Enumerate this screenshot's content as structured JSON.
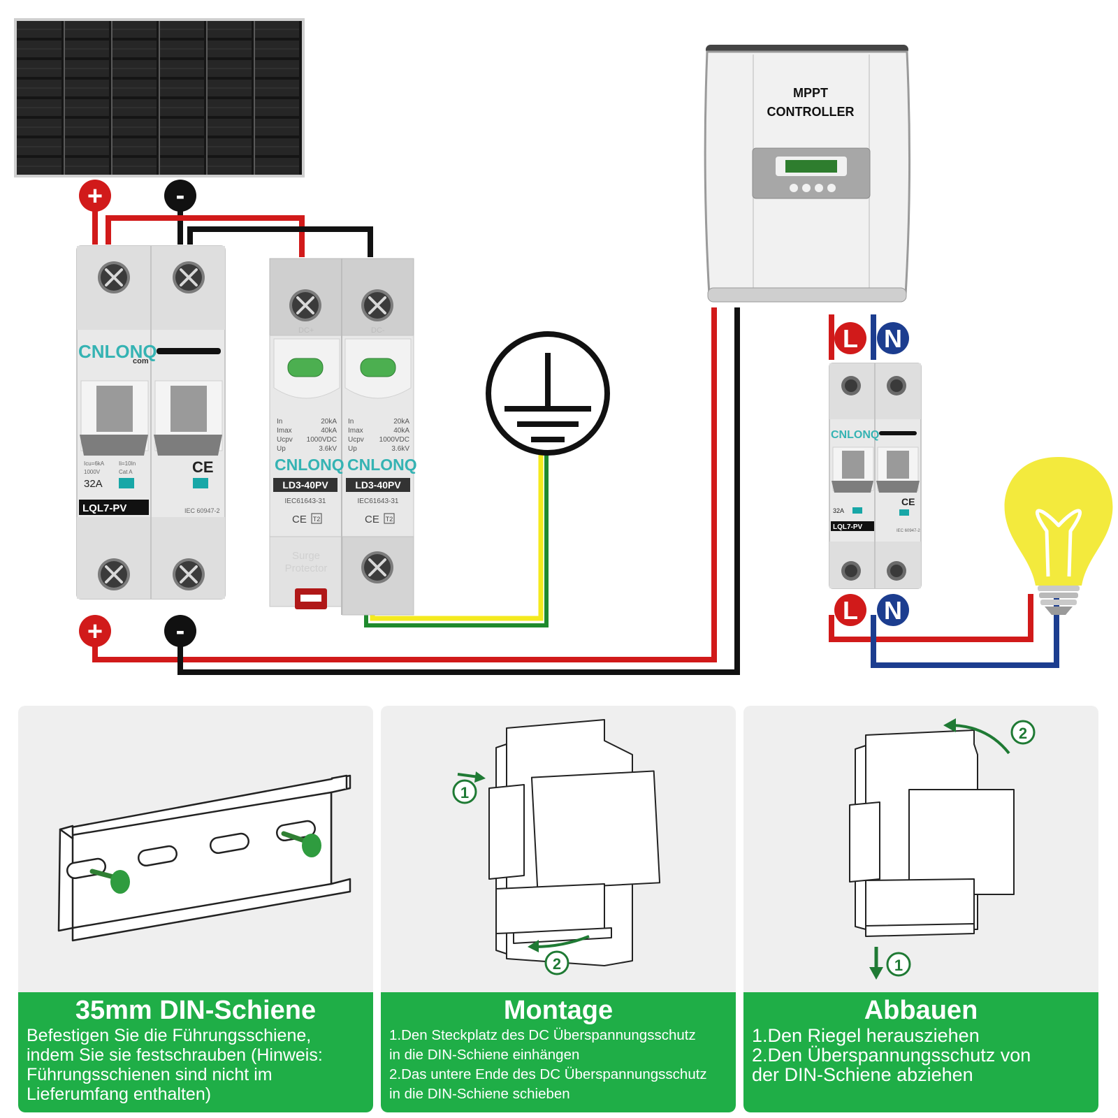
{
  "controller": {
    "title_line1": "MPPT",
    "title_line2": "CONTROLLER"
  },
  "terminals": {
    "positive": "+",
    "negative": "-",
    "line": "L",
    "neutral": "N"
  },
  "breaker": {
    "brand": "CNLONQ",
    "brand_sub": "com",
    "rating": "32A",
    "model": "LQL7-PV",
    "spec1": "Icu=6kA",
    "spec2": "Ii=10In",
    "spec3": "1000V",
    "spec4": "Cat A",
    "standard": "IEC 60947-2",
    "ce": "CE"
  },
  "spd": {
    "model": "LD3-40PV",
    "standard": "IEC61643-31",
    "class": "T2",
    "ce": "CE",
    "pole_left": "DC+",
    "pole_right": "DC-",
    "specs": [
      [
        "In",
        "20kA"
      ],
      [
        "Imax",
        "40kA"
      ],
      [
        "Ucpv",
        "1000VDC"
      ],
      [
        "Up",
        "3.6kV"
      ]
    ],
    "watermark_line1": "Surge",
    "watermark_line2": "Protector"
  },
  "steps": {
    "one": "1",
    "two": "2"
  },
  "panels": [
    {
      "title": "35mm DIN-Schiene",
      "lines": [
        "Befestigen Sie die Führungsschiene,",
        "indem Sie sie festschrauben (Hinweis:",
        "Führungsschienen sind nicht im",
        "Lieferumfang enthalten)"
      ]
    },
    {
      "title": "Montage",
      "lines": [
        "1.Den Steckplatz des DC Überspannungsschutz",
        "in die DIN-Schiene einhängen",
        "2.Das untere Ende des DC Überspannungsschutz",
        "in die DIN-Schiene schieben"
      ]
    },
    {
      "title": "Abbauen",
      "lines": [
        "1.Den Riegel herausziehen",
        "2.Den Überspannungsschutz von",
        "der DIN-Schiene abziehen"
      ]
    }
  ],
  "colors": {
    "red": "#d11a1a",
    "black": "#111111",
    "blue": "#1c3d8f",
    "green": "#1fae47",
    "yellow": "#f4ea1e",
    "earth_green": "#1f8a2d",
    "bulb": "#f3ea3d",
    "lcd": "#2e7d2e",
    "grey": "#9c9c9c"
  }
}
